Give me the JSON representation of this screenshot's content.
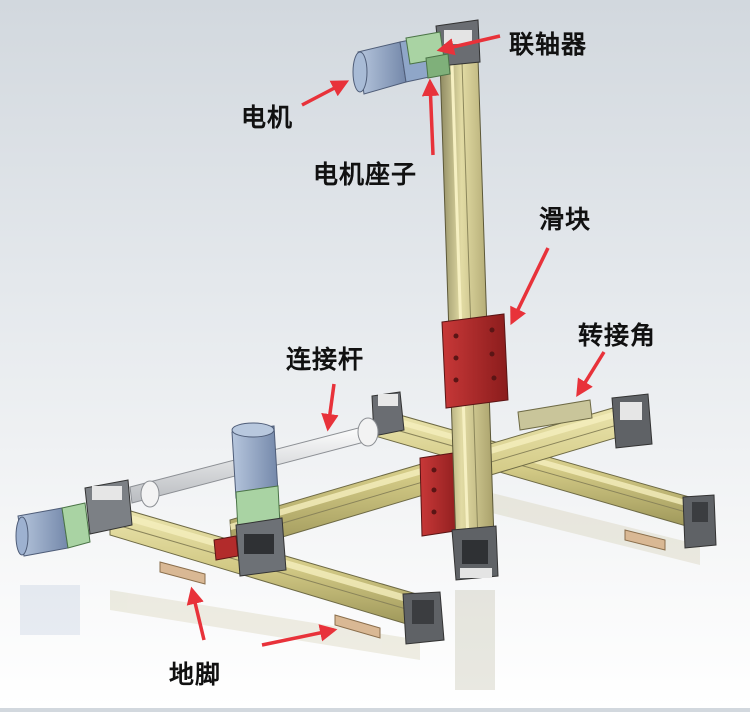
{
  "labels": {
    "coupling": "联轴器",
    "motor": "电机",
    "motor_seat": "电机座子",
    "slider": "滑块",
    "corner_adapter": "转接角",
    "connecting_rod": "连接杆",
    "feet": "地脚"
  },
  "colors": {
    "arrow": "#e8323a",
    "rail_yellow": "#d8cf8c",
    "rail_shadow": "#a59d5e",
    "motor_blue": "#8fa6c8",
    "coupling_green": "#a9d3a3",
    "slider_red": "#b22b2b",
    "endcap_grey": "#5f6266",
    "foot_tan": "#d9b894"
  }
}
